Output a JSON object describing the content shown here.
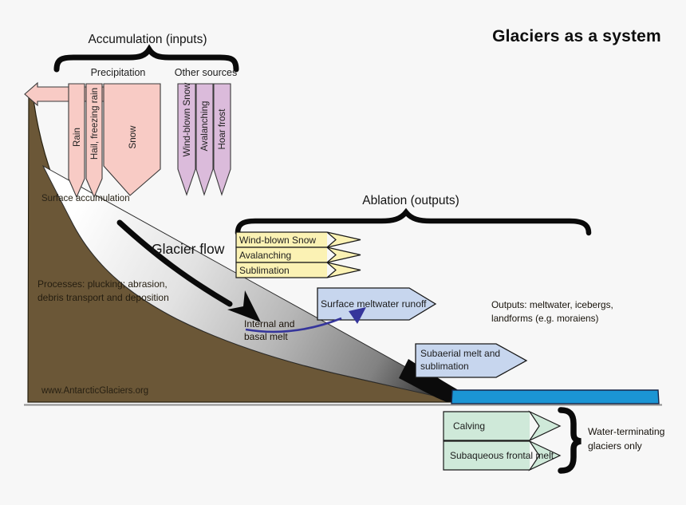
{
  "title": "Glaciers as a system",
  "site": "www.AntarcticGlaciers.org",
  "accumulation": {
    "heading": "Accumulation (inputs)",
    "precipitation": {
      "label": "Precipitation",
      "items": [
        "Rain",
        "Hail, freezing rain",
        "Snow"
      ]
    },
    "other_sources": {
      "label": "Other sources",
      "items": [
        "Wind-blown Snow",
        "Avalanching",
        "Hoar frost"
      ]
    },
    "surface_note": "Surface accumulation"
  },
  "flow": {
    "label": "Glacier flow",
    "processes_note": "Processes: plucking; abrasion, debris transport and deposition",
    "internal_note": "Internal and basal melt"
  },
  "ablation": {
    "heading": "Ablation (outputs)",
    "surface_losses": [
      "Wind-blown Snow",
      "Avalanching",
      "Sublimation"
    ],
    "meltwater": "Surface meltwater runoff",
    "subaerial": "Subaerial melt and sublimation",
    "outputs_note": "Outputs: meltwater, icebergs, landforms (e.g. moraiens)",
    "water_terminating": {
      "items": [
        "Calving",
        "Subaqueous frontal melt"
      ],
      "note": "Water-terminating glaciers only"
    }
  },
  "colors": {
    "precipitation_fill": "#f8cbc5",
    "other_sources_fill": "#dbbbdb",
    "surface_loss_fill": "#fbf2b4",
    "meltwater_fill": "#c7d6ee",
    "water_terminating_fill": "#cfe9d9",
    "bedrock": "#6b5737",
    "water": "#1b95d4",
    "melt_arrow": "#35359b"
  }
}
